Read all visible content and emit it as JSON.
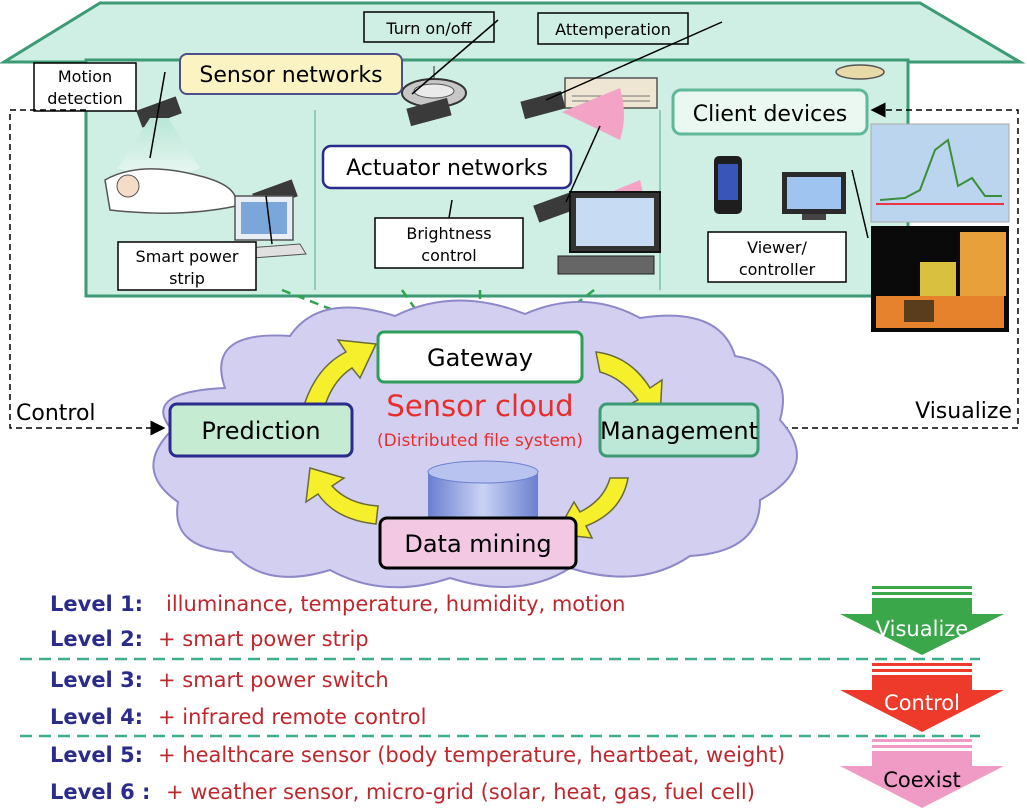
{
  "house": {
    "labels": {
      "turn_on_off": "Turn on/off",
      "attemperation": "Attemperation",
      "motion_detection_line1": "Motion",
      "motion_detection_line2": "detection",
      "sensor_networks": "Sensor networks",
      "client_devices": "Client devices",
      "actuator_networks": "Actuator networks",
      "brightness_line1": "Brightness",
      "brightness_line2": "control",
      "smart_strip_line1": "Smart power",
      "smart_strip_line2": "strip",
      "viewer_line1": "Viewer/",
      "viewer_line2": "controller"
    }
  },
  "cloud": {
    "title": "Sensor cloud",
    "subtitle": "(Distributed file system)",
    "gateway": "Gateway",
    "prediction": "Prediction",
    "management": "Management",
    "data_mining": "Data mining"
  },
  "side_labels": {
    "control": "Control",
    "visualize": "Visualize"
  },
  "levels": [
    {
      "key": "Level 1:",
      "value": "illuminance, temperature, humidity, motion"
    },
    {
      "key": "Level 2:",
      "value": "+ smart power strip"
    },
    {
      "key": "Level 3:",
      "value": "+ smart power switch"
    },
    {
      "key": "Level 4:",
      "value": "+ infrared remote control"
    },
    {
      "key": "Level 5:",
      "value": "+ healthcare sensor (body temperature, heartbeat, weight)"
    },
    {
      "key": "Level 6 :",
      "value": "+ weather sensor, micro-grid (solar, heat, gas, fuel cell)"
    }
  ],
  "stage_arrows": {
    "visualize": "Visualize",
    "control": "Control",
    "coexist": "Coexist"
  },
  "colors": {
    "house_fill": "#cfeee4",
    "house_stroke": "#3c9a74",
    "cloud_fill": "#d3cff0",
    "cloud_stroke": "#8d88c8",
    "cycle_arrow": "#f6f02c",
    "gateway_stroke": "#2f9e5a",
    "prediction_fill": "#c5ecd3",
    "prediction_stroke": "#2b2b8c",
    "management_fill": "#bde7d7",
    "management_stroke": "#3c9a74",
    "mining_fill": "#f2c8e3",
    "cloud_text": "#e82d2d",
    "level_key": "#2b2b8c",
    "level_value": "#c0272d",
    "visualize_arrow": "#3aa84a",
    "control_arrow": "#ee3a2a",
    "coexist_arrow": "#f09ac6"
  }
}
